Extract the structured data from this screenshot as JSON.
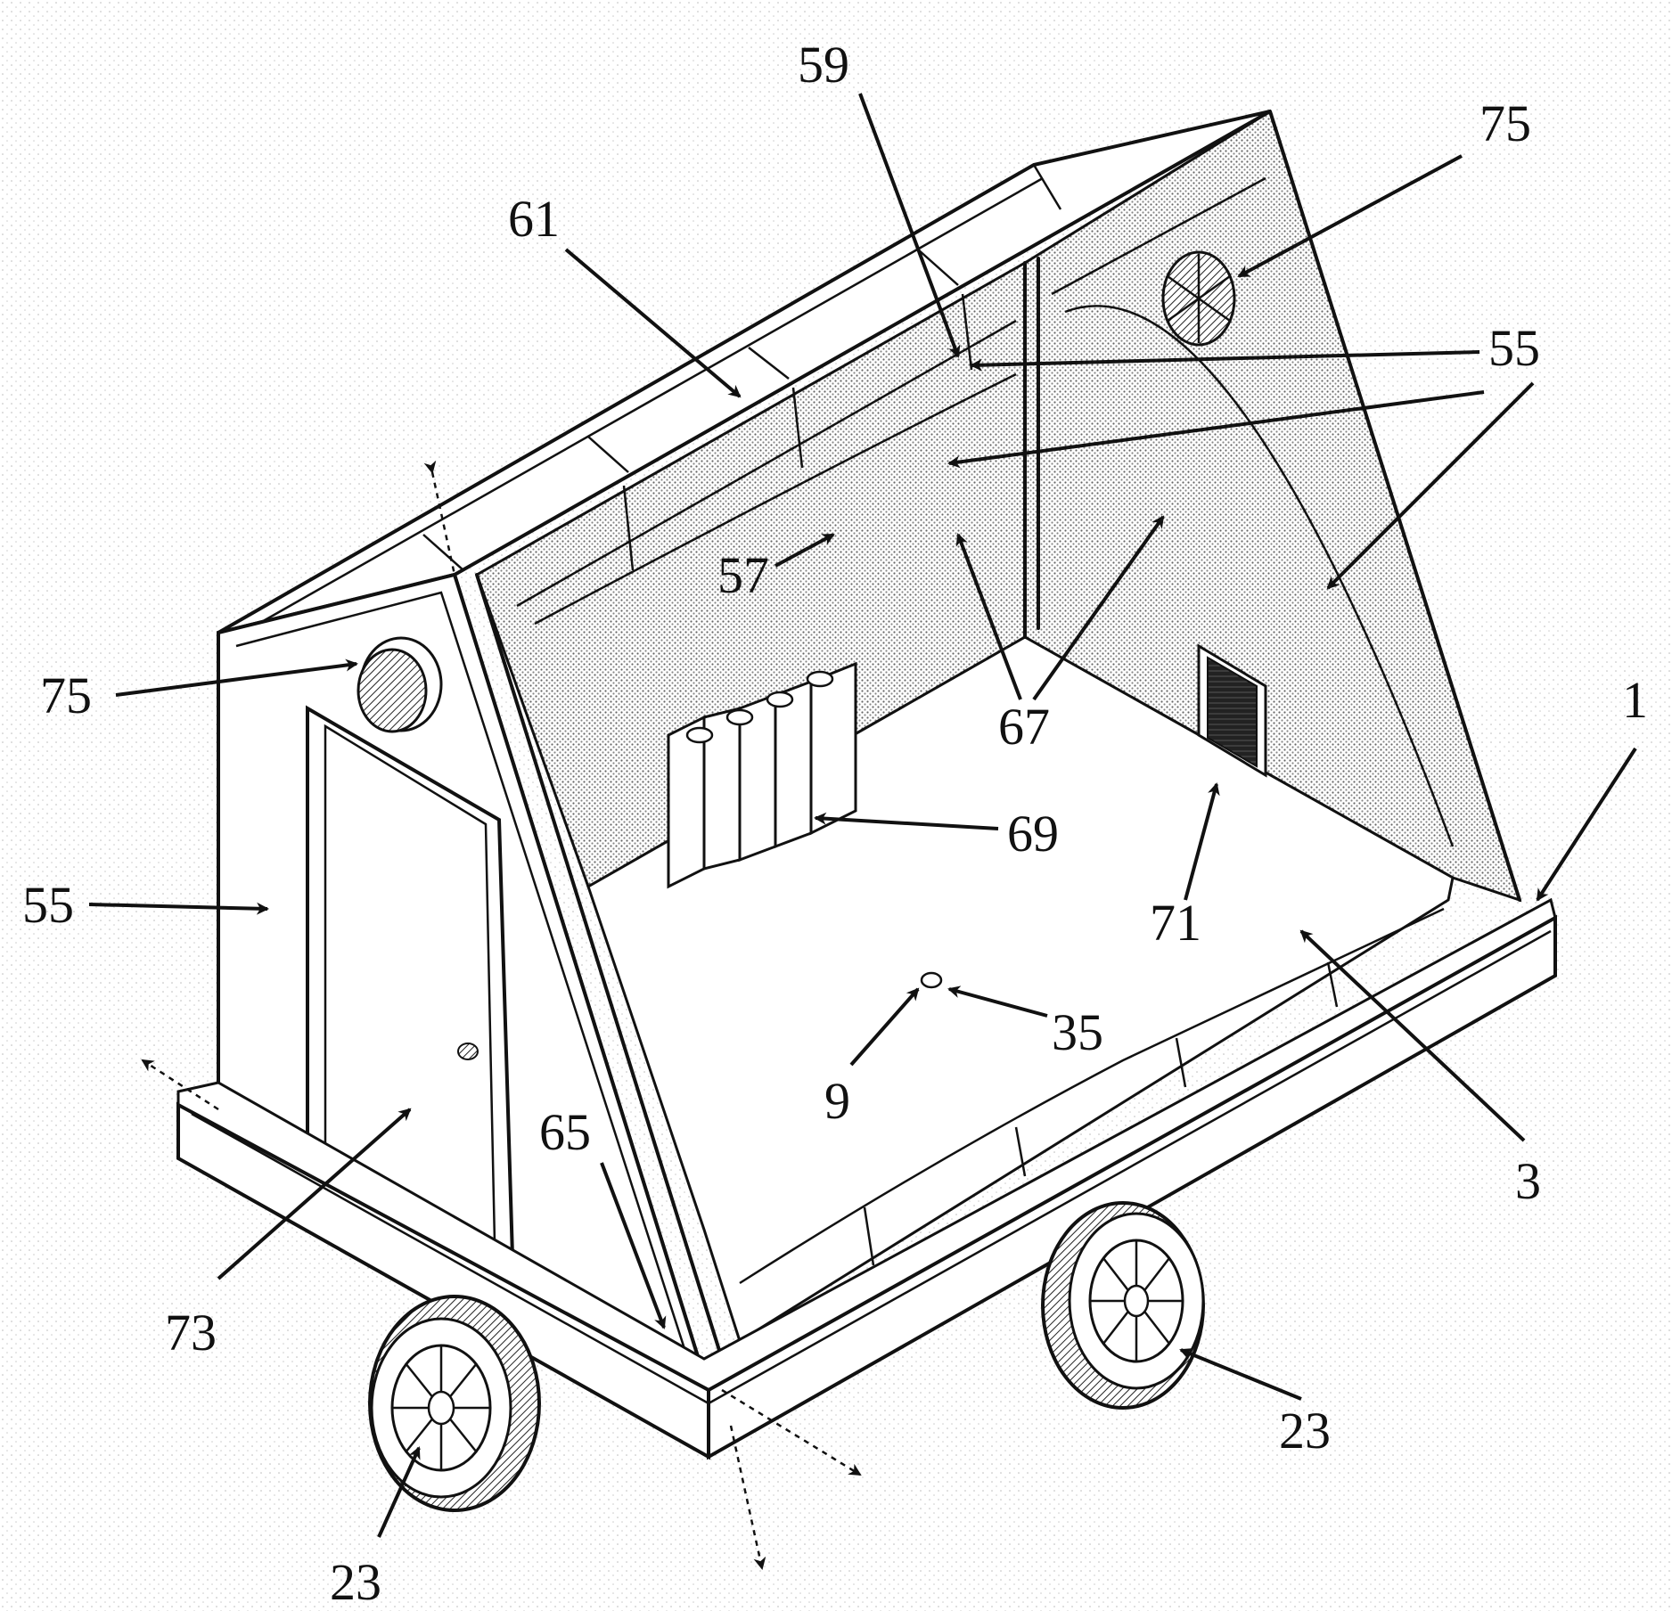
{
  "figure": {
    "labels": [
      {
        "id": "l59a",
        "text": "59"
      },
      {
        "id": "l75a",
        "text": "75"
      },
      {
        "id": "l61",
        "text": "61"
      },
      {
        "id": "l55a",
        "text": "55"
      },
      {
        "id": "l55b",
        "text": "55"
      },
      {
        "id": "l57",
        "text": "57"
      },
      {
        "id": "l75b",
        "text": "75"
      },
      {
        "id": "l67",
        "text": "67"
      },
      {
        "id": "l1",
        "text": "1"
      },
      {
        "id": "l69",
        "text": "69"
      },
      {
        "id": "l55c",
        "text": "55"
      },
      {
        "id": "l71",
        "text": "71"
      },
      {
        "id": "l35",
        "text": "35"
      },
      {
        "id": "l9",
        "text": "9"
      },
      {
        "id": "l65",
        "text": "65"
      },
      {
        "id": "l3",
        "text": "3"
      },
      {
        "id": "l73",
        "text": "73"
      },
      {
        "id": "l23a",
        "text": "23"
      },
      {
        "id": "l23b",
        "text": "23"
      }
    ]
  }
}
